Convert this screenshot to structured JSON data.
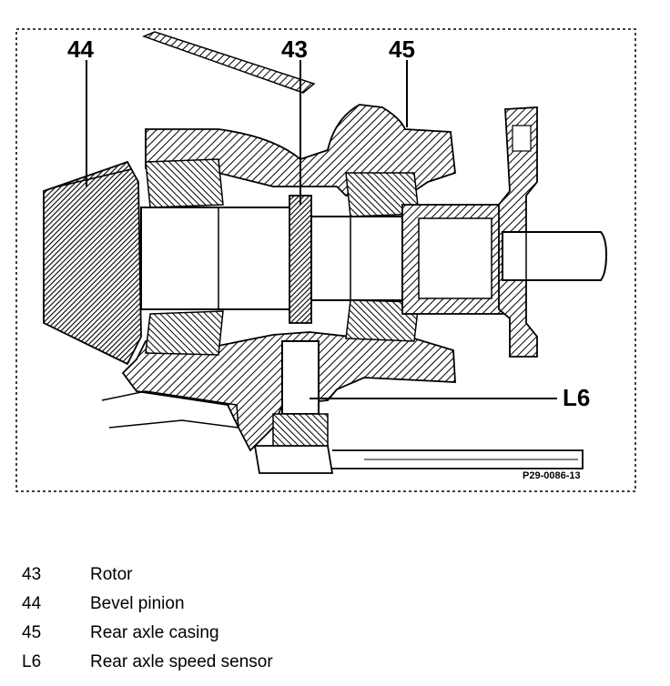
{
  "figure": {
    "callouts": {
      "c44": "44",
      "c43": "43",
      "c45": "45",
      "cL6": "L6"
    },
    "figure_code": "P29-0086-13"
  },
  "legend": [
    {
      "code": "43",
      "text": "Rotor"
    },
    {
      "code": "44",
      "text": "Bevel pinion"
    },
    {
      "code": "45",
      "text": "Rear axle casing"
    },
    {
      "code": "L6",
      "text": "Rear axle speed sensor"
    }
  ]
}
